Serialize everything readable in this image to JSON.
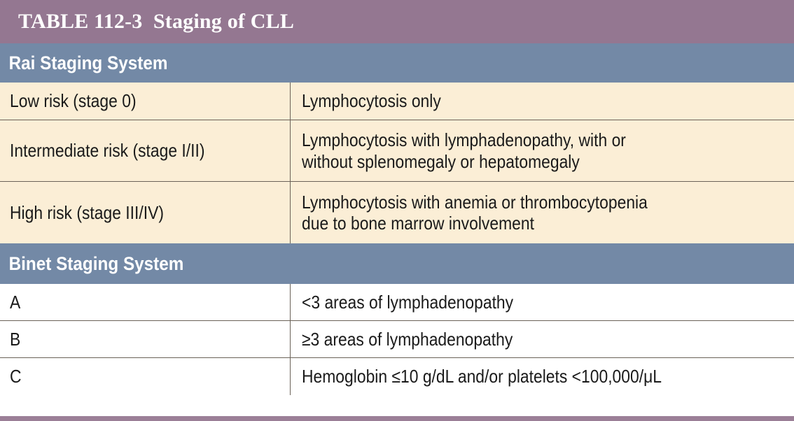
{
  "table": {
    "title": "TABLE 112-3  Staging of CLL",
    "accent_purple": "#947791",
    "accent_blue": "#7389a6",
    "row_cream": "#fbeed6",
    "row_white": "#ffffff",
    "rule_color": "#6b6258",
    "sections": [
      {
        "heading": "Rai Staging System",
        "rows": [
          {
            "label": "Low risk (stage 0)",
            "value": "Lymphocytosis only"
          },
          {
            "label": "Intermediate risk (stage I/II)",
            "value": "Lymphocytosis with lymphadenopathy, with or\nwithout splenomegaly or hepatomegaly"
          },
          {
            "label": "High risk (stage III/IV)",
            "value": "Lymphocytosis with anemia or thrombocytopenia\ndue to bone marrow involvement"
          }
        ]
      },
      {
        "heading": "Binet Staging System",
        "rows": [
          {
            "label": "A",
            "value": "<3 areas of lymphadenopathy"
          },
          {
            "label": "B",
            "value": "≥3 areas of lymphadenopathy"
          },
          {
            "label": "C",
            "value": "Hemoglobin ≤10 g/dL and/or platelets <100,000/μL"
          }
        ]
      }
    ]
  }
}
